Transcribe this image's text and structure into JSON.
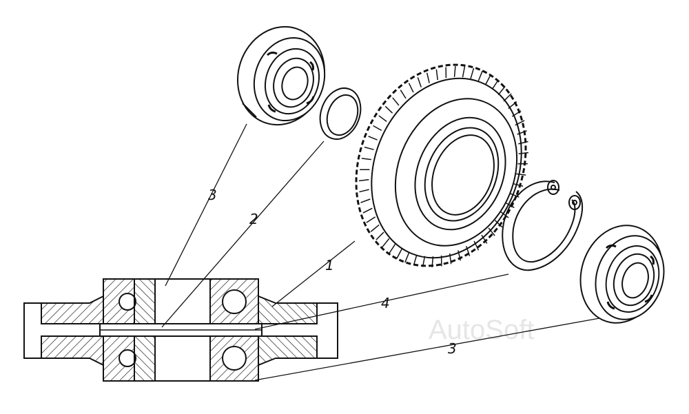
{
  "diagram": {
    "callouts": {
      "c1": "1",
      "c2": "2",
      "c3_top": "3",
      "c3_bottom": "3",
      "c4": "4"
    },
    "watermark": "AutoSoft"
  }
}
